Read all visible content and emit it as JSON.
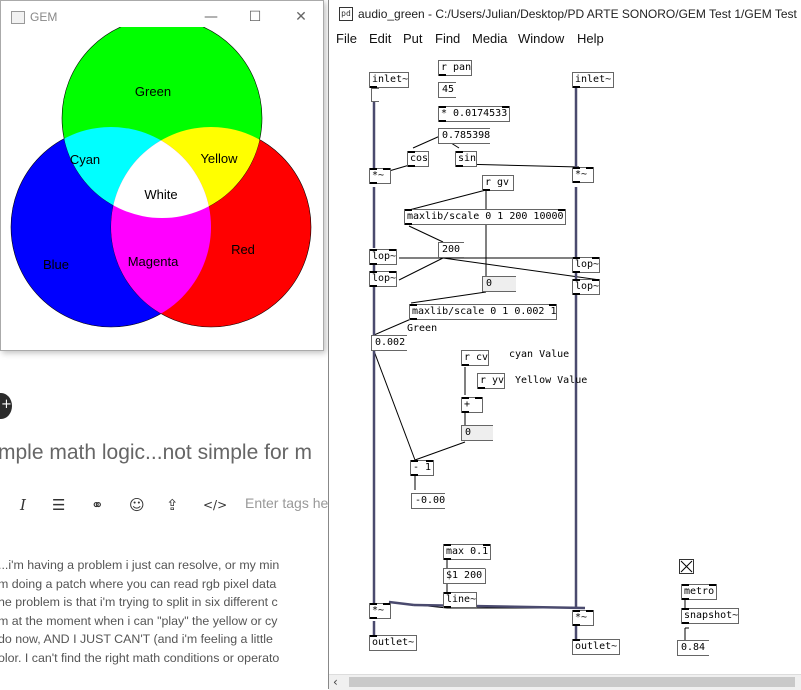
{
  "gem_window": {
    "title": "GEM",
    "circle_labels": {
      "green": "Green",
      "cyan": "Cyan",
      "yellow": "Yellow",
      "white": "White",
      "blue": "Blue",
      "magenta": "Magenta",
      "red": "Red"
    },
    "colors": {
      "green": "#00ff00",
      "cyan": "#00ffff",
      "yellow": "#ffff00",
      "white": "#ffffff",
      "blue": "#0000ff",
      "magenta": "#ff00ff",
      "red": "#ff0000"
    }
  },
  "pd_window": {
    "title": "audio_green - C:/Users/Julian/Desktop/PD ARTE SONORO/GEM Test 1/GEM Test 1",
    "menu": [
      "File",
      "Edit",
      "Put",
      "Find",
      "Media",
      "Window",
      "Help"
    ],
    "objects": {
      "inlet_left": "inlet~",
      "r_pan": "r pan",
      "num_45": "45",
      "mul_rad": "* 0.0174533",
      "num_rad": "0.785398",
      "cos": "cos",
      "sin": "sin",
      "mul_left": "*~",
      "mul_right": "*~",
      "inlet_right": "inlet~",
      "r_gv": "r gv",
      "scale1": "maxlib/scale 0 1 200 10000",
      "num_200": "200",
      "lop1": "lop~",
      "lop2": "lop~",
      "lop3": "lop~",
      "lop4": "lop~",
      "num_0a": "0",
      "scale2": "maxlib/scale 0 1 0.002 1",
      "comment_green": "Green",
      "num_0002": "0.002",
      "r_cv": "r cv",
      "comment_cyan": "cyan Value",
      "r_yv": "r yv",
      "comment_yellow": "Yellow Value",
      "plus": "+",
      "num_0b": "0",
      "minus1": "- 1",
      "num_neg": "-0.00",
      "max": "max 0.1",
      "msg_200": "$1 200",
      "line": "line~",
      "metro": "metro",
      "snapshot": "snapshot~",
      "num_084": "0.84",
      "mul_out_left": "*~",
      "mul_out_right": "*~",
      "outlet_left": "outlet~",
      "outlet_right": "outlet~"
    }
  },
  "browser_page": {
    "post_title": "mple math logic...not simple for m",
    "tags_placeholder": "Enter tags he",
    "body_lines": [
      "...i'm having a problem i just can resolve, or my min",
      "m doing a patch where you can read rgb pixel data",
      "he problem is that i'm trying to split in six different c",
      "m at the moment when i can \"play\" the yellow or cy",
      " do now, AND I JUST CAN'T (and i'm feeling a little",
      "olor. I can't find the right math conditions or operato"
    ]
  }
}
